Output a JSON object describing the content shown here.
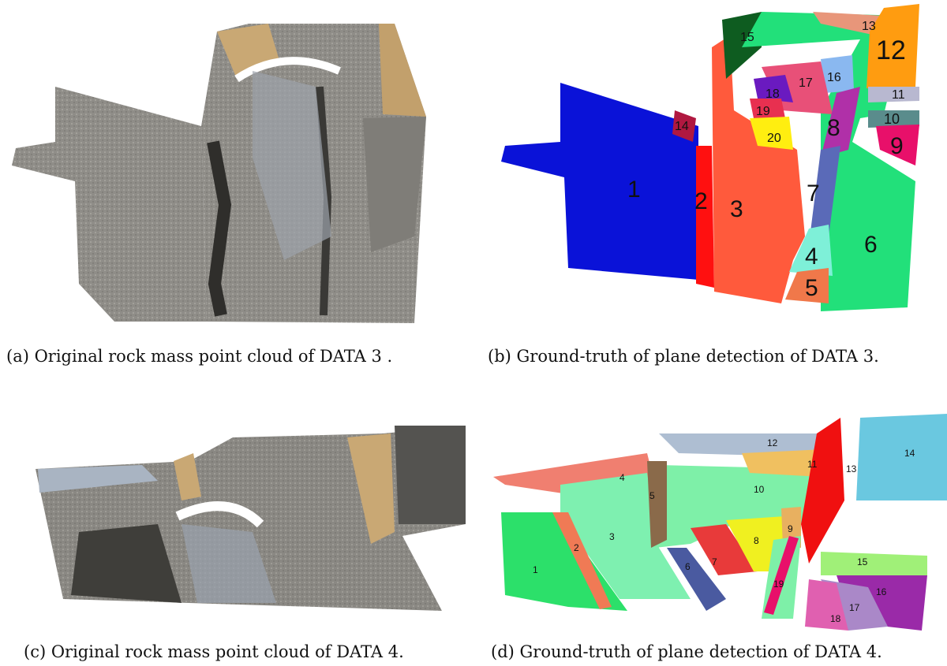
{
  "figure": {
    "captions": {
      "a": "(a) Original rock mass point cloud of DATA 3 .",
      "b": "(b) Ground-truth of plane detection of DATA 3.",
      "c": "(c) Original rock mass point cloud of DATA 4.",
      "d": "(d) Ground-truth of plane detection of DATA 4."
    },
    "panel_b_labels": [
      "1",
      "2",
      "3",
      "4",
      "5",
      "6",
      "7",
      "8",
      "9",
      "10",
      "11",
      "12",
      "13",
      "14",
      "15",
      "16",
      "17",
      "18",
      "19",
      "20"
    ],
    "panel_d_labels": [
      "1",
      "2",
      "3",
      "4",
      "5",
      "6",
      "7",
      "8",
      "9",
      "10",
      "11",
      "12",
      "13",
      "14",
      "15",
      "16",
      "17",
      "18",
      "19"
    ],
    "colors": {
      "rock_gray": "#8d8b86",
      "rock_dark": "#3c3b38",
      "rock_tan": "#c9a874",
      "blue": "#0a12d8",
      "red": "#ff1010",
      "orange_red": "#ff5a3c",
      "green": "#22e07a",
      "orange": "#ff9c10",
      "magenta": "#e8106a",
      "purple": "#8a1aa8"
    }
  }
}
